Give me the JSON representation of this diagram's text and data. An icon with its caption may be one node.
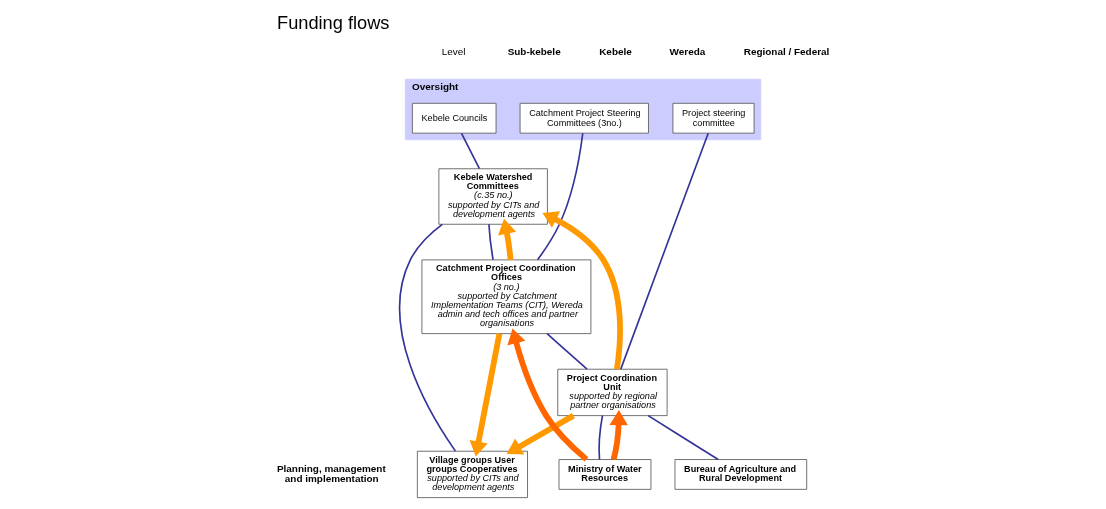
{
  "diagram": {
    "title": "Funding flows",
    "nodes": [
      {
        "text": [
          "Oversight"
        ]
      },
      {
        "text": [
          "Kebele Councils"
        ],
        "in": 0
      },
      {
        "text": [
          "Catchment Project Steering Committees (3no.)"
        ],
        "in": 0
      },
      {
        "text": [
          "Project steering committee"
        ],
        "in": 0
      },
      {
        "text": [
          "Village groups User groups Cooperatives",
          "supported by CITs and development agents"
        ]
      },
      {
        "text": [
          "Kebele Watershed Committees",
          "(c.35 no.)",
          "supported by CITs and development agents"
        ]
      },
      {
        "text": [
          "Catchment Project Coordination Offices",
          "(3 no.)",
          "supported by Catchment Implementation Teams (CIT), Wereda admin and tech offices and partner organisations"
        ]
      },
      {
        "text": [
          "Project Coordination Unit",
          "supported by regional partner organisations"
        ]
      },
      {
        "text": [
          "Ministry of Water Resources"
        ]
      },
      {
        "text": [
          "Bureau of Agriculture and Rural Development"
        ]
      }
    ],
    "edges": [
      {
        "from": 1,
        "to": 5,
        "arrow": "none"
      },
      {
        "from": 2,
        "to": 6,
        "arrow": "none"
      },
      {
        "from": 3,
        "to": 7,
        "arrow": "none"
      },
      {
        "from": 4,
        "to": 5,
        "arrow": "none"
      },
      {
        "from": 5,
        "to": 6,
        "arrow": "none"
      },
      {
        "from": 6,
        "to": 7,
        "arrow": "none"
      },
      {
        "from": 7,
        "to": 8,
        "arrow": "none"
      },
      {
        "from": 7,
        "to": 9,
        "arrow": "none"
      },
      {
        "from": 8,
        "to": 6,
        "arrow": "to",
        "style": "thick",
        "color": "#ff6600"
      },
      {
        "from": 8,
        "to": 7,
        "arrow": "to",
        "style": "thick",
        "color": "#ff6600"
      },
      {
        "from": 6,
        "to": 4,
        "arrow": "to",
        "style": "thick",
        "color": "#ff9900"
      },
      {
        "from": 6,
        "to": 5,
        "arrow": "to",
        "style": "thick",
        "color": "#ff9900"
      },
      {
        "from": 7,
        "to": 4,
        "arrow": "to",
        "style": "thick",
        "color": "#ff9900"
      },
      {
        "from": 7,
        "to": 5,
        "arrow": "to",
        "style": "thick",
        "color": "#ff9900"
      }
    ],
    "labels": [
      "Level",
      "Sub-kebele",
      "Kebele",
      "Wereda",
      "Regional / Federal",
      "Planning, management and implementation"
    ]
  }
}
